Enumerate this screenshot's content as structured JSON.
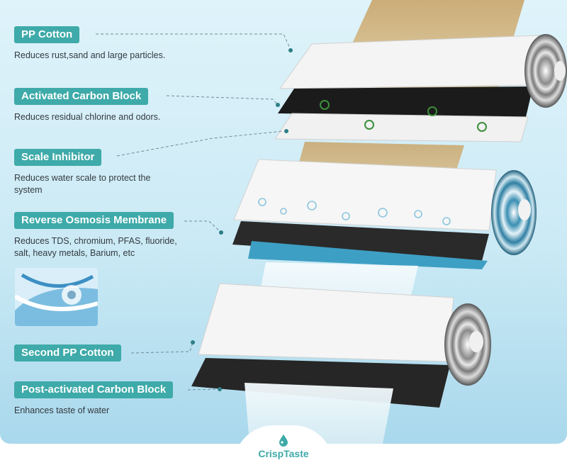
{
  "layers": [
    {
      "name": "PP Cotton",
      "desc": "Reduces rust,sand and large particles."
    },
    {
      "name": "Activated Carbon Block",
      "desc": "Reduces residual chlorine and odors."
    },
    {
      "name": "Scale Inhibitor",
      "desc": "Reduces water scale to protect the system"
    },
    {
      "name": "Reverse Osmosis Membrane",
      "desc": "Reduces TDS, chromium, PFAS, fluoride, salt, heavy metals, Barium, etc"
    },
    {
      "name": "Second PP Cotton",
      "desc": ""
    },
    {
      "name": "Post-activated Carbon Block",
      "desc": "Enhances taste of water"
    }
  ],
  "brand": {
    "name": "CrispTaste"
  },
  "colors": {
    "accent": "#3eaaa9",
    "background": "#cbeaf5"
  }
}
